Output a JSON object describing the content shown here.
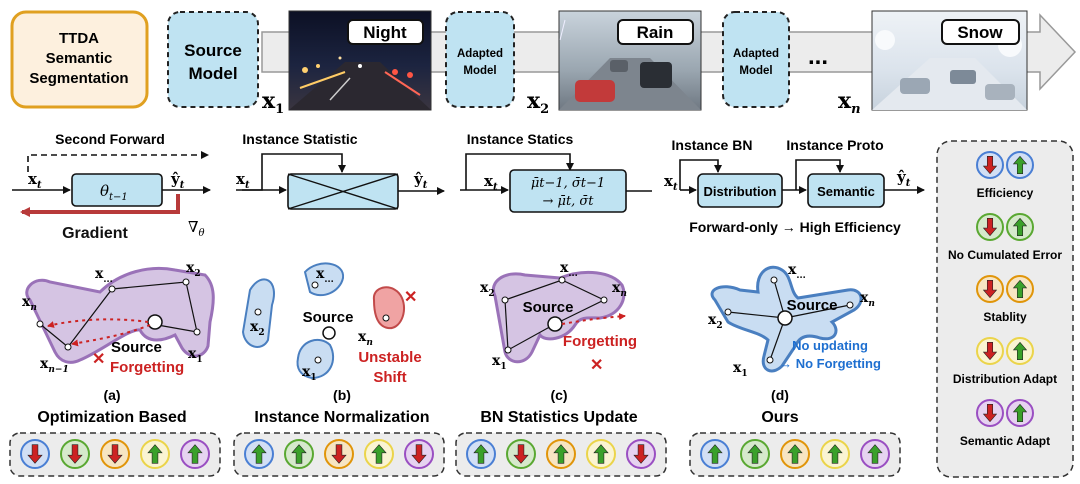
{
  "top": {
    "task": [
      "TTDA",
      "Semantic",
      "Segmentation"
    ],
    "source_model": [
      "Source",
      "Model"
    ],
    "adapted_model": [
      "Adapted",
      "Model"
    ],
    "domains": [
      "Night",
      "Rain",
      "Snow"
    ],
    "x_labels": [
      "x",
      "x",
      "x"
    ],
    "x_subs": [
      "1",
      "2",
      "n"
    ],
    "ellipsis": "..."
  },
  "middle": {
    "second_forward": "Second Forward",
    "gradient": "Gradient",
    "nabla": "∇",
    "nabla_sub": "θ",
    "xt": "x",
    "xt_sub": "t",
    "theta": "θ",
    "theta_sub": "t−1",
    "yhat": "ŷ",
    "yhat_sub": "t",
    "instance_statistic": "Instance Statistic",
    "instance_statics": "Instance Statics",
    "bn_stats_line1": "μ̄t−1, σ̄t−1",
    "bn_stats_line2": "→ μ̄t, σ̄t",
    "instance_bn": "Instance BN",
    "instance_proto": "Instance Proto",
    "distribution": "Distribution",
    "semantic": "Semantic",
    "forward_only": "Forward-only → High Efficiency"
  },
  "panels": [
    {
      "tag": "(a)",
      "title": "Optimization Based"
    },
    {
      "tag": "(b)",
      "title": "Instance Normalization"
    },
    {
      "tag": "(c)",
      "title": "BN Statistics Update"
    },
    {
      "tag": "(d)",
      "title": "Ours"
    }
  ],
  "diagram_text": {
    "source": "Source",
    "forgetting": "Forgetting",
    "unstable": "Unstable",
    "shift": "Shift",
    "no_updating": "No updating",
    "no_forgetting": "→ No Forgetting",
    "cross": "✕",
    "x": "x",
    "sub_1": "1",
    "sub_2": "2",
    "sub_n": "n",
    "sub_dots": "...",
    "sub_nm1": "n−1"
  },
  "legend": [
    {
      "label": "Efficiency",
      "color": "#4a7fd4"
    },
    {
      "label": "No Cumulated Error",
      "color": "#5aa832"
    },
    {
      "label": "Stablity",
      "color": "#e0950a"
    },
    {
      "label": "Distribution Adapt",
      "color": "#ebd44a"
    },
    {
      "label": "Semantic Adapt",
      "color": "#9a4fc2"
    }
  ],
  "ratings": [
    [
      "down",
      "down",
      "down",
      "up",
      "up"
    ],
    [
      "up",
      "up",
      "down",
      "up",
      "down"
    ],
    [
      "up",
      "down",
      "up",
      "up",
      "down"
    ],
    [
      "up",
      "up",
      "up",
      "up",
      "up"
    ]
  ],
  "colors": {
    "box_fill": "#bfe3f2",
    "task_border": "#e0a020",
    "task_fill": "#fdf0de",
    "purple_fill": "#d5c4e3",
    "purple_stroke": "#9a72b8",
    "blue_blob": "#c9ddf2",
    "blue_stroke": "#4a7fc0",
    "red": "#cc2222",
    "green": "#3aa02a",
    "gradient_red": "#b83a3a"
  }
}
